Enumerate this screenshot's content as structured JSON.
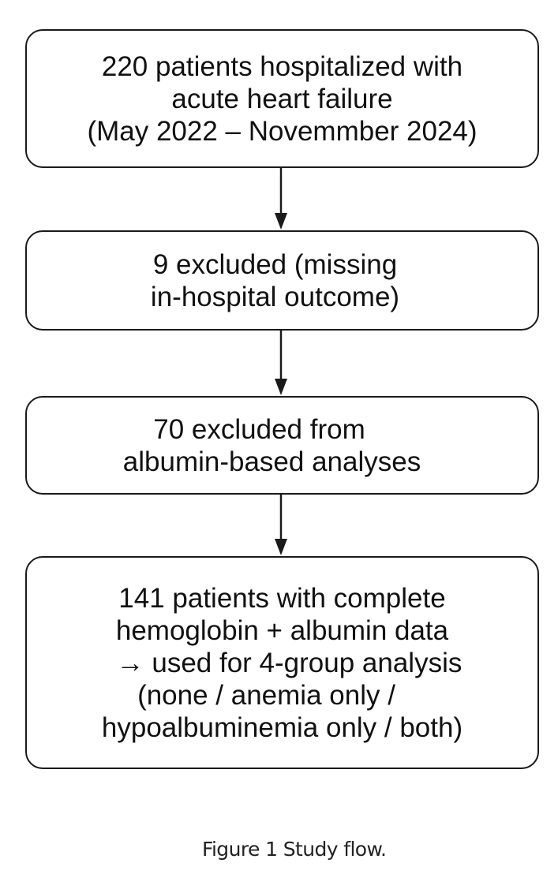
{
  "boxes": [
    {
      "lines": [
        "220 patients hospitalized with",
        "acute heart failure",
        "(May 2022 – Novemmber 2024)"
      ]
    },
    {
      "lines": [
        "9 excluded (missing",
        "in-hospital outcome)"
      ]
    },
    {
      "lines": [
        "70 excluded from",
        "albumin-based analyses"
      ]
    },
    {
      "lines": [
        "141 patients with complete",
        "hemoglobin + albumin data",
        "→ used for 4-group analysis",
        "(none / anemia only /",
        "hypoalbuminemia only / both)"
      ]
    }
  ],
  "caption": "Figure 1 Study flow."
}
